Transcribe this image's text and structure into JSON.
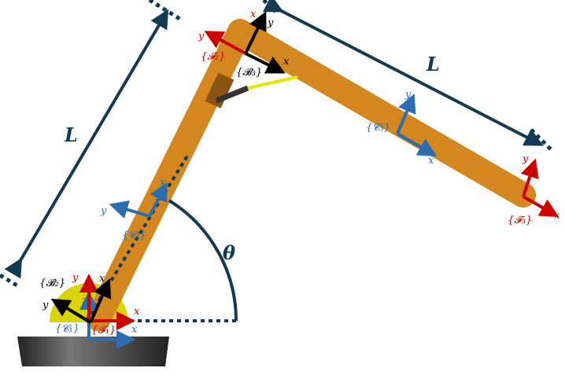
{
  "colors": {
    "link": "#d4861f",
    "dimension": "#123a52",
    "frame_F": "#cc0000",
    "frame_C": "#2a6db0",
    "frame_B": "#000000",
    "base_dome": "#d9d400",
    "base_plate": "#3a3a3a"
  },
  "dimensions": {
    "link1_length": "L",
    "link2_length": "L",
    "angle": "θ"
  },
  "frames": {
    "F1": {
      "label": "{𝓕₁}",
      "x": "x",
      "y": "y"
    },
    "F2": {
      "label": "{𝓕₂}",
      "x": "x",
      "y": "y"
    },
    "F3": {
      "label": "{𝓕₃}",
      "x": "x",
      "y": "y"
    },
    "C1": {
      "label": "{𝓒₁}",
      "x": "x",
      "z": "z"
    },
    "C2": {
      "label": "{𝓒₂}",
      "x": "x",
      "y": "y"
    },
    "C3": {
      "label": "{𝓒₃}",
      "x": "x",
      "y": "y"
    },
    "B2": {
      "label": "{𝓑₂}",
      "x": "x",
      "y": "y"
    },
    "B3": {
      "label": "{𝓑₃}",
      "x": "x",
      "y": "y"
    }
  }
}
